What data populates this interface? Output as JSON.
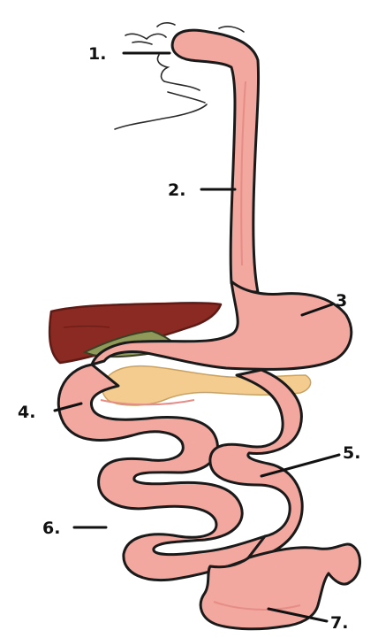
{
  "diagram": {
    "labels": [
      {
        "id": "1",
        "text": "1."
      },
      {
        "id": "2",
        "text": "2."
      },
      {
        "id": "3",
        "text": "3"
      },
      {
        "id": "4",
        "text": "4."
      },
      {
        "id": "5",
        "text": "5."
      },
      {
        "id": "6",
        "text": "6."
      },
      {
        "id": "7",
        "text": "7."
      }
    ]
  },
  "colors": {
    "tract": "#f2a79f",
    "tract_shadow": "#e58d86",
    "liver": "#8b2a22",
    "liver_edge": "#5e1a14",
    "pancreas": "#f5cc8f",
    "gallbladder": "#8f9a5a",
    "outline": "#1a1a1a"
  }
}
